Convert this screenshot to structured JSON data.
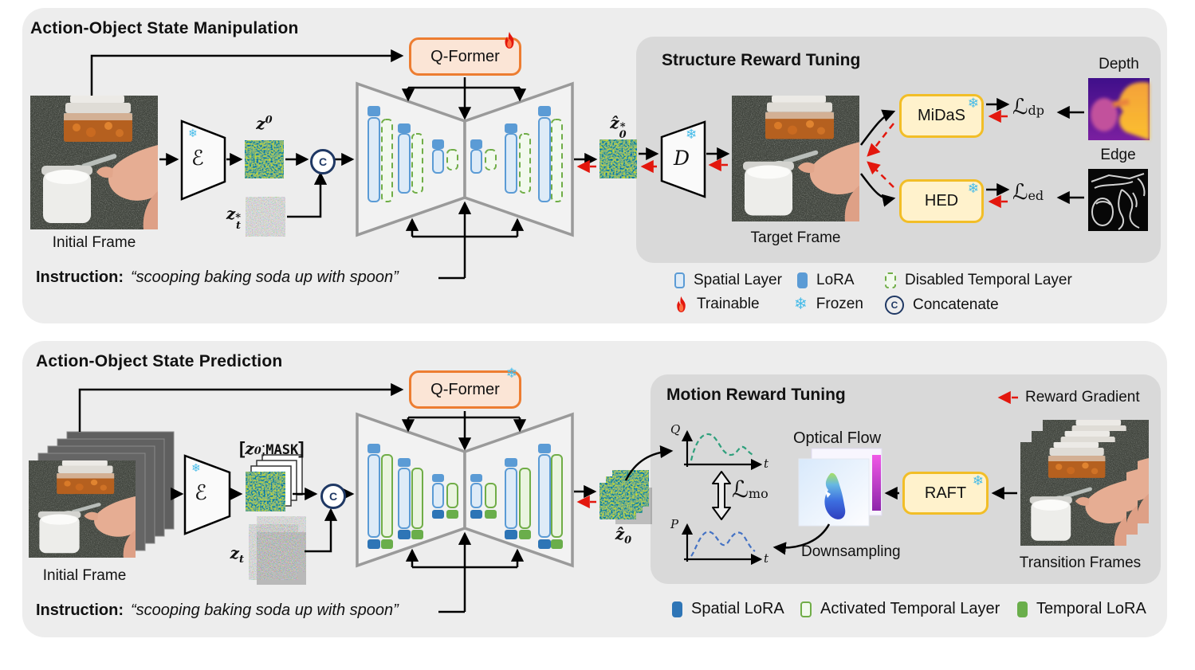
{
  "top_panel": {
    "title": "Action-Object State Manipulation",
    "qformer_label": "Q-Former",
    "initial_frame_caption": "Initial Frame",
    "encoder_symbol": "ℰ",
    "decoder_symbol": "D",
    "z0": {
      "base": "z",
      "sup": "0"
    },
    "zt_star": {
      "base": "z",
      "sup": "*",
      "sub": "t"
    },
    "zhat0_star": {
      "base": "ẑ",
      "sup": "*",
      "sub": "0"
    },
    "instruction_label": "Instruction:",
    "instruction_text": "“scooping baking soda up with spoon”",
    "structure_panel": {
      "title": "Structure Reward Tuning",
      "target_frame_caption": "Target Frame",
      "midas_label": "MiDaS",
      "hed_label": "HED",
      "loss_dp": {
        "base": "ℒ",
        "sub": "dp"
      },
      "loss_ed": {
        "base": "ℒ",
        "sub": "ed"
      },
      "depth_caption": "Depth",
      "edge_caption": "Edge"
    },
    "legend": [
      {
        "label": "Spatial Layer"
      },
      {
        "label": "LoRA"
      },
      {
        "label": "Disabled Temporal Layer"
      },
      {
        "label": "Trainable"
      },
      {
        "label": "Frozen"
      },
      {
        "label": "Concatenate"
      }
    ]
  },
  "bottom_panel": {
    "title": "Action-Object State Prediction",
    "qformer_label": "Q-Former",
    "initial_frame_caption": "Initial Frame",
    "encoder_symbol": "ℰ",
    "z0_mask": {
      "open": "[",
      "base": "z",
      "sup": "0",
      "sep": ";",
      "mask": "MASK",
      "close": "]"
    },
    "zt": {
      "base": "z",
      "sub": "t"
    },
    "zhat0": {
      "base": "ẑ",
      "sub": "0"
    },
    "instruction_label": "Instruction:",
    "instruction_text": "“scooping baking soda up with spoon”",
    "motion_panel": {
      "title": "Motion Reward Tuning",
      "reward_gradient_label": "Reward Gradient",
      "optical_flow_caption": "Optical Flow",
      "downsampling_label": "Downsampling",
      "raft_label": "RAFT",
      "transition_frames_caption": "Transition Frames",
      "loss_mo": {
        "base": "ℒ",
        "sub": "mo"
      },
      "q_axis_label": "Q",
      "p_axis_label": "P",
      "t_axis_label": "t"
    },
    "legend": [
      {
        "label": "Spatial LoRA"
      },
      {
        "label": "Activated Temporal Layer"
      },
      {
        "label": "Temporal LoRA"
      }
    ]
  },
  "icons": {
    "frozen_glyph": "❄",
    "concat_glyph": "C"
  },
  "colors": {
    "panel_bg": "#EDEDED",
    "inner_panel_bg": "#D9D9D9",
    "qformer_fill": "#FBE5D6",
    "qformer_border": "#ED7D31",
    "tool_fill": "#FFF2CC",
    "tool_border": "#F2BE27",
    "spatial_fill": "#DEEBF7",
    "spatial_border": "#5B9BD5",
    "lora_blue": "#5B9BD5",
    "spatial_lora_blue": "#2E75B6",
    "temporal_green": "#70AD47",
    "temporal_lora_green": "#6AAE4B",
    "reward_red": "#E3170D",
    "snowflake_blue": "#45BBE9"
  }
}
